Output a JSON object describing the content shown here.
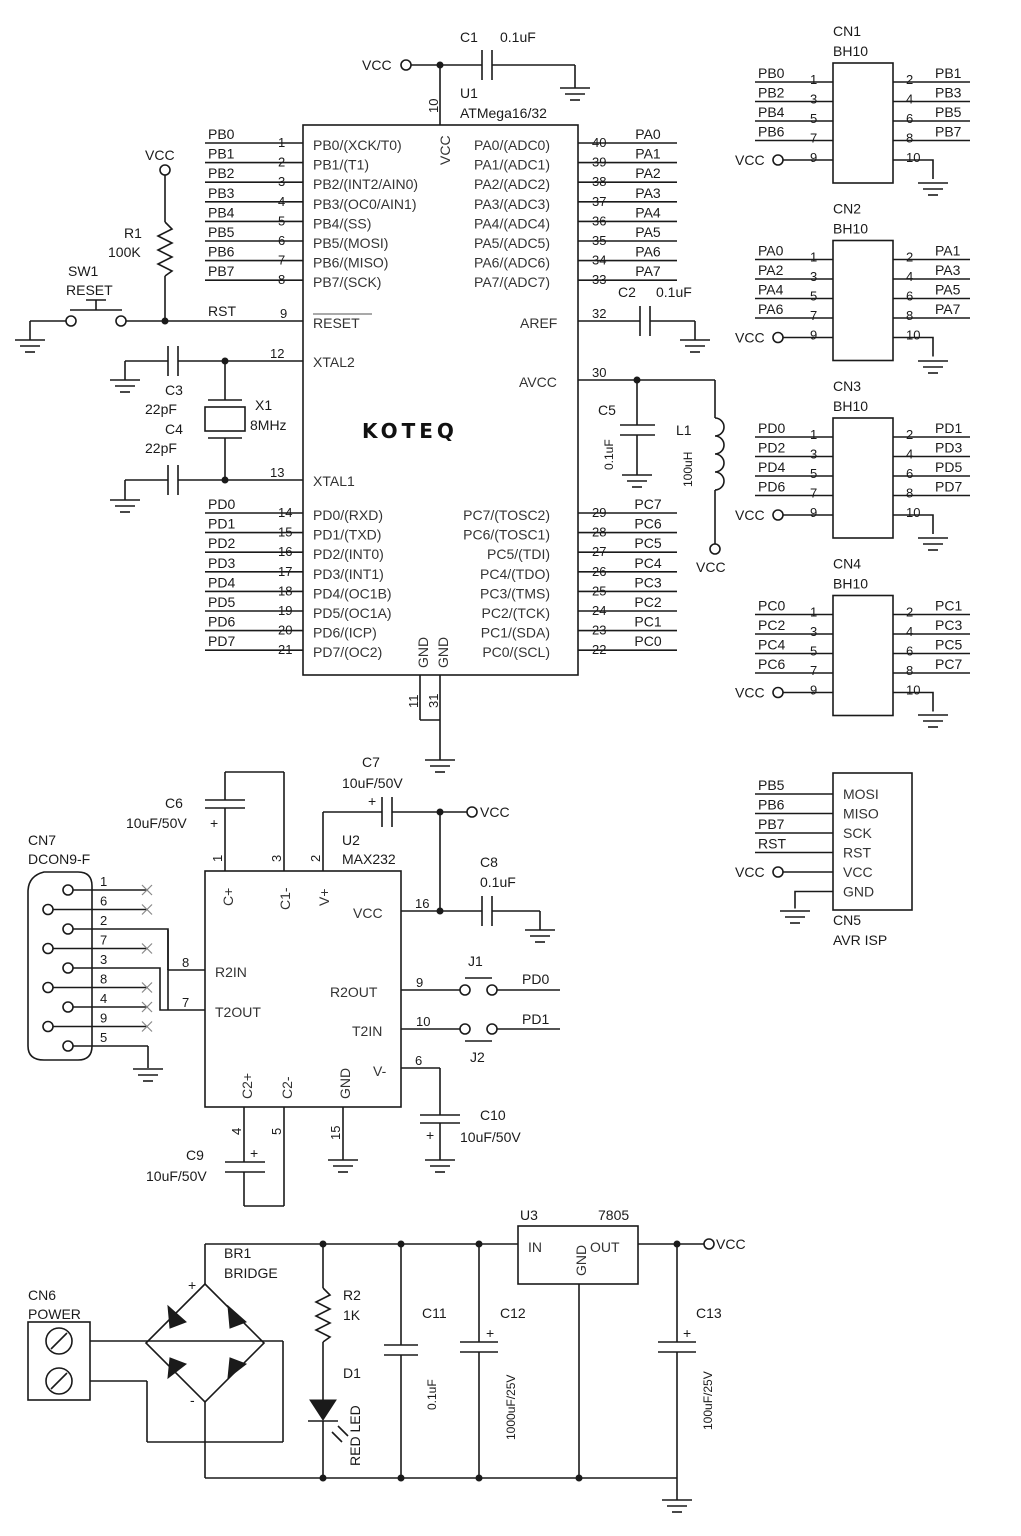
{
  "logo": "KOTEQ",
  "supply": "VCC",
  "u1": {
    "ref": "U1",
    "part": "ATMega16/32",
    "vcc_pin": "VCC",
    "vcc_num": "10",
    "reset_pin": "RESET",
    "reset_num": "9",
    "rst_net": "RST",
    "xtal2_pin": "XTAL2",
    "xtal2_num": "12",
    "xtal1_pin": "XTAL1",
    "xtal1_num": "13",
    "aref_pin": "AREF",
    "aref_num": "32",
    "avcc_pin": "AVCC",
    "avcc_num": "30",
    "gnd_pin": "GND",
    "gnd_nums": [
      "11",
      "31"
    ],
    "left_pb": [
      {
        "net": "PB0",
        "num": "1",
        "fn": "PB0/(XCK/T0)"
      },
      {
        "net": "PB1",
        "num": "2",
        "fn": "PB1/(T1)"
      },
      {
        "net": "PB2",
        "num": "3",
        "fn": "PB2/(INT2/AIN0)"
      },
      {
        "net": "PB3",
        "num": "4",
        "fn": "PB3/(OC0/AIN1)"
      },
      {
        "net": "PB4",
        "num": "5",
        "fn": "PB4/(SS)"
      },
      {
        "net": "PB5",
        "num": "6",
        "fn": "PB5/(MOSI)"
      },
      {
        "net": "PB6",
        "num": "7",
        "fn": "PB6/(MISO)"
      },
      {
        "net": "PB7",
        "num": "8",
        "fn": "PB7/(SCK)"
      }
    ],
    "left_pd": [
      {
        "net": "PD0",
        "num": "14",
        "fn": "PD0/(RXD)"
      },
      {
        "net": "PD1",
        "num": "15",
        "fn": "PD1/(TXD)"
      },
      {
        "net": "PD2",
        "num": "16",
        "fn": "PD2/(INT0)"
      },
      {
        "net": "PD3",
        "num": "17",
        "fn": "PD3/(INT1)"
      },
      {
        "net": "PD4",
        "num": "18",
        "fn": "PD4/(OC1B)"
      },
      {
        "net": "PD5",
        "num": "19",
        "fn": "PD5/(OC1A)"
      },
      {
        "net": "PD6",
        "num": "20",
        "fn": "PD6/(ICP)"
      },
      {
        "net": "PD7",
        "num": "21",
        "fn": "PD7/(OC2)"
      }
    ],
    "right_pa": [
      {
        "net": "PA0",
        "num": "40",
        "fn": "PA0/(ADC0)"
      },
      {
        "net": "PA1",
        "num": "39",
        "fn": "PA1/(ADC1)"
      },
      {
        "net": "PA2",
        "num": "38",
        "fn": "PA2/(ADC2)"
      },
      {
        "net": "PA3",
        "num": "37",
        "fn": "PA3/(ADC3)"
      },
      {
        "net": "PA4",
        "num": "36",
        "fn": "PA4/(ADC4)"
      },
      {
        "net": "PA5",
        "num": "35",
        "fn": "PA5/(ADC5)"
      },
      {
        "net": "PA6",
        "num": "34",
        "fn": "PA6/(ADC6)"
      },
      {
        "net": "PA7",
        "num": "33",
        "fn": "PA7/(ADC7)"
      }
    ],
    "right_pc": [
      {
        "net": "PC7",
        "num": "29",
        "fn": "PC7/(TOSC2)"
      },
      {
        "net": "PC6",
        "num": "28",
        "fn": "PC6/(TOSC1)"
      },
      {
        "net": "PC5",
        "num": "27",
        "fn": "PC5/(TDI)"
      },
      {
        "net": "PC4",
        "num": "26",
        "fn": "PC4/(TDO)"
      },
      {
        "net": "PC3",
        "num": "25",
        "fn": "PC3/(TMS)"
      },
      {
        "net": "PC2",
        "num": "24",
        "fn": "PC2/(TCK)"
      },
      {
        "net": "PC1",
        "num": "23",
        "fn": "PC1/(SDA)"
      },
      {
        "net": "PC0",
        "num": "22",
        "fn": "PC0/(SCL)"
      }
    ]
  },
  "parts": {
    "c1": {
      "ref": "C1",
      "value": "0.1uF"
    },
    "c2": {
      "ref": "C2",
      "value": "0.1uF"
    },
    "c3": {
      "ref": "C3",
      "value": "22pF"
    },
    "c4": {
      "ref": "C4",
      "value": "22pF"
    },
    "c5": {
      "ref": "C5",
      "value": "0.1uF"
    },
    "r1": {
      "ref": "R1",
      "value": "100K"
    },
    "sw1": {
      "ref": "SW1",
      "value": "RESET"
    },
    "x1": {
      "ref": "X1",
      "value": "8MHz"
    },
    "l1": {
      "ref": "L1",
      "value": "100uH"
    },
    "c6": {
      "ref": "C6",
      "value": "10uF/50V"
    },
    "c7": {
      "ref": "C7",
      "value": "10uF/50V"
    },
    "c8": {
      "ref": "C8",
      "value": "0.1uF"
    },
    "c9": {
      "ref": "C9",
      "value": "10uF/50V"
    },
    "c10": {
      "ref": "C10",
      "value": "10uF/50V"
    },
    "c11": {
      "ref": "C11",
      "value": "0.1uF"
    },
    "c12": {
      "ref": "C12",
      "value": "1000uF/25V"
    },
    "c13": {
      "ref": "C13",
      "value": "100uF/25V"
    },
    "r2": {
      "ref": "R2",
      "value": "1K"
    },
    "d1": {
      "ref": "D1",
      "value": "RED LED"
    },
    "br1": {
      "ref": "BR1",
      "value": "BRIDGE"
    },
    "cn6": {
      "ref": "CN6",
      "value": "POWER"
    },
    "u3": {
      "ref": "U3",
      "value": "7805",
      "in": "IN",
      "gnd": "GND",
      "out": "OUT"
    }
  },
  "headers": [
    {
      "ref": "CN1",
      "part": "BH10",
      "rows": [
        {
          "ln": "PB0",
          "lnum": "1",
          "rnum": "2",
          "rn": "PB1"
        },
        {
          "ln": "PB2",
          "lnum": "3",
          "rnum": "4",
          "rn": "PB3"
        },
        {
          "ln": "PB4",
          "lnum": "5",
          "rnum": "6",
          "rn": "PB5"
        },
        {
          "ln": "PB6",
          "lnum": "7",
          "rnum": "8",
          "rn": "PB7"
        },
        {
          "ln": "VCC",
          "lnum": "9",
          "rnum": "10",
          "rn": ""
        }
      ]
    },
    {
      "ref": "CN2",
      "part": "BH10",
      "rows": [
        {
          "ln": "PA0",
          "lnum": "1",
          "rnum": "2",
          "rn": "PA1"
        },
        {
          "ln": "PA2",
          "lnum": "3",
          "rnum": "4",
          "rn": "PA3"
        },
        {
          "ln": "PA4",
          "lnum": "5",
          "rnum": "6",
          "rn": "PA5"
        },
        {
          "ln": "PA6",
          "lnum": "7",
          "rnum": "8",
          "rn": "PA7"
        },
        {
          "ln": "VCC",
          "lnum": "9",
          "rnum": "10",
          "rn": ""
        }
      ]
    },
    {
      "ref": "CN3",
      "part": "BH10",
      "rows": [
        {
          "ln": "PD0",
          "lnum": "1",
          "rnum": "2",
          "rn": "PD1"
        },
        {
          "ln": "PD2",
          "lnum": "3",
          "rnum": "4",
          "rn": "PD3"
        },
        {
          "ln": "PD4",
          "lnum": "5",
          "rnum": "6",
          "rn": "PD5"
        },
        {
          "ln": "PD6",
          "lnum": "7",
          "rnum": "8",
          "rn": "PD7"
        },
        {
          "ln": "VCC",
          "lnum": "9",
          "rnum": "10",
          "rn": ""
        }
      ]
    },
    {
      "ref": "CN4",
      "part": "BH10",
      "rows": [
        {
          "ln": "PC0",
          "lnum": "1",
          "rnum": "2",
          "rn": "PC1"
        },
        {
          "ln": "PC2",
          "lnum": "3",
          "rnum": "4",
          "rn": "PC3"
        },
        {
          "ln": "PC4",
          "lnum": "5",
          "rnum": "6",
          "rn": "PC5"
        },
        {
          "ln": "PC6",
          "lnum": "7",
          "rnum": "8",
          "rn": "PC7"
        },
        {
          "ln": "VCC",
          "lnum": "9",
          "rnum": "10",
          "rn": ""
        }
      ]
    }
  ],
  "cn5": {
    "ref": "CN5",
    "part": "AVR ISP",
    "rows": [
      {
        "net": "PB5",
        "fn": "MOSI"
      },
      {
        "net": "PB6",
        "fn": "MISO"
      },
      {
        "net": "PB7",
        "fn": "SCK"
      },
      {
        "net": "RST",
        "fn": "RST"
      },
      {
        "net": "VCC",
        "fn": "VCC"
      },
      {
        "net": "",
        "fn": "GND"
      }
    ]
  },
  "u2": {
    "ref": "U2",
    "part": "MAX232",
    "pins": {
      "cplus": "C+",
      "cminus": "C1-",
      "vplus": "V+",
      "vcc": "VCC",
      "r2in": "R2IN",
      "t2out": "T2OUT",
      "r2out": "R2OUT",
      "t2in": "T2IN",
      "c2plus": "C2+",
      "c2minus": "C2-",
      "gnd": "GND",
      "vminus": "V-"
    },
    "nums": {
      "n1": "1",
      "n3": "3",
      "n2": "2",
      "n16": "16",
      "n8": "8",
      "n7": "7",
      "n9": "9",
      "n10": "10",
      "n4": "4",
      "n5": "5",
      "n15": "15",
      "n6": "6"
    }
  },
  "cn7": {
    "ref": "CN7",
    "part": "DCON9-F",
    "pins": [
      "1",
      "6",
      "2",
      "7",
      "3",
      "8",
      "4",
      "9",
      "5"
    ]
  },
  "jumpers": [
    {
      "ref": "J1",
      "net": "PD0"
    },
    {
      "ref": "J2",
      "net": "PD1"
    }
  ],
  "plus": "+",
  "minus": "-"
}
